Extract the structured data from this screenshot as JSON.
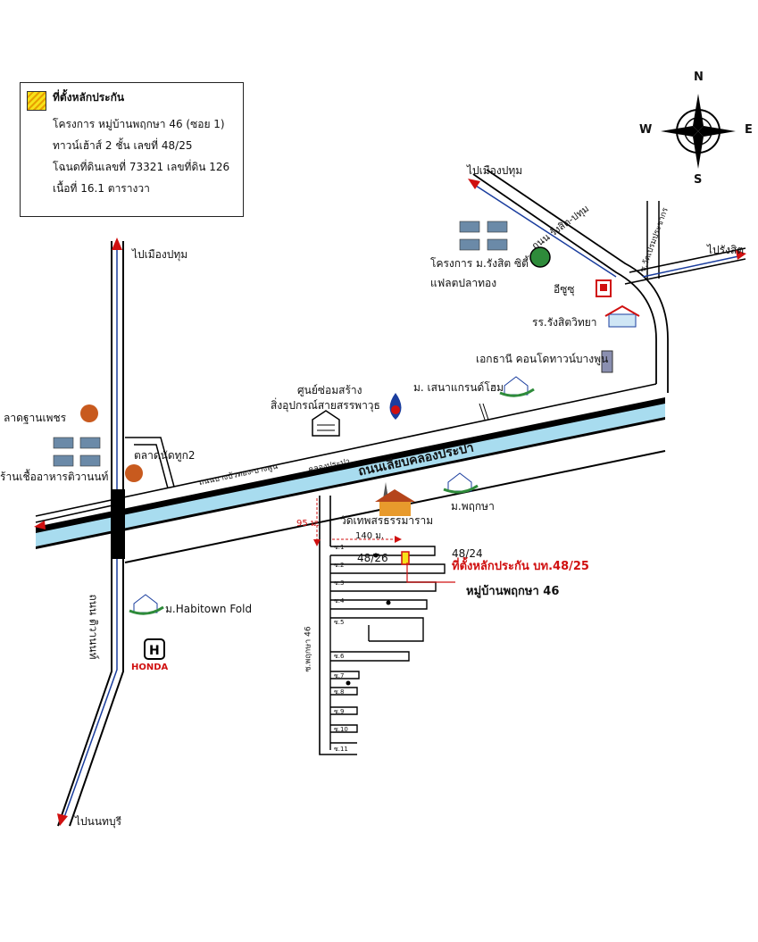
{
  "legend": {
    "title": "ที่ตั้งหลักประกัน",
    "line1": "โครงการ หมู่บ้านพฤกษา 46 (ซอย 1)",
    "line2": "ทาวน์เฮ้าส์ 2 ชั้น เลขที่ 48/25",
    "line3": "โฉนดที่ดินเลขที่ 73321 เลขที่ดิน 126",
    "line4": "เนื้อที่ 16.1 ตารางวา"
  },
  "compass": {
    "n": "N",
    "s": "S",
    "e": "E",
    "w": "W"
  },
  "directions": {
    "to_pathum_left": "ไปเมืองปทุม",
    "to_pathum_right": "ไปเมืองปทุม",
    "to_rangsit": "ไปรังสิต",
    "to_nonthaburi": "ไปนนทบุรี"
  },
  "roads": {
    "rangsit_pathum": "ถนน รังสิต-ปทุม",
    "wat_prachathip": "ซ.วัดเปรมประชากร",
    "tiwanon": "ถนน ติวานนท์",
    "khlong_prapa_road": "ถนนเลียบคลองประปา",
    "khlong_prapa": "คลองประปา",
    "bua_thong": "ถนนบางบัวทอง-บางพูน",
    "soi_main": "ซ.พฤกษา 46"
  },
  "landmarks": {
    "rangsit_city": "โครงการ ม.รังสิต ซิตี้",
    "flat_pla_thong": "แฟลตปลาทอง",
    "isuzu": "อีซูซุ",
    "rangsit_school": "รร.รังสิตวิทยา",
    "ekthani": "เอกธานี คอนโดทาวน์บางพูน",
    "senna": "ม. เสนาแกรนด์โฮม",
    "repair_center_1": "ศูนย์ซ่อมสร้าง",
    "repair_center_2": "สิ่งอุปกรณ์สายสรรพาวุธ",
    "lat_thanphet": "ลาดฐานเพชร",
    "food_shop": "ร้านเชื้ออาหารติวานนท์",
    "market": "ตลาดนัดทูก2",
    "temple": "วัดเทพสรธรรมาราม",
    "pruksa": "ม.พฤกษา",
    "habitown": "ม.Habitown Fold",
    "honda": "HONDA"
  },
  "site": {
    "dist_95": "95 ม.",
    "dist_140": "140 ม.",
    "house_4824": "48/24",
    "house_4826": "48/26",
    "collateral": "ที่ตั้งหลักประกัน บท.48/25",
    "village": "หมู่บ้านพฤกษา 46"
  },
  "sois": [
    "ซ.1",
    "ซ.2",
    "ซ.3",
    "ซ.4",
    "ซ.5",
    "ซ.6",
    "ซ.7",
    "ซ.8",
    "ซ.9",
    "ซ.10",
    "ซ.11"
  ],
  "colors": {
    "canal": "#a8dcef",
    "arrow_red": "#d01010",
    "arrow_blue": "#1a3d9e",
    "highlight": "#f7e11a"
  }
}
